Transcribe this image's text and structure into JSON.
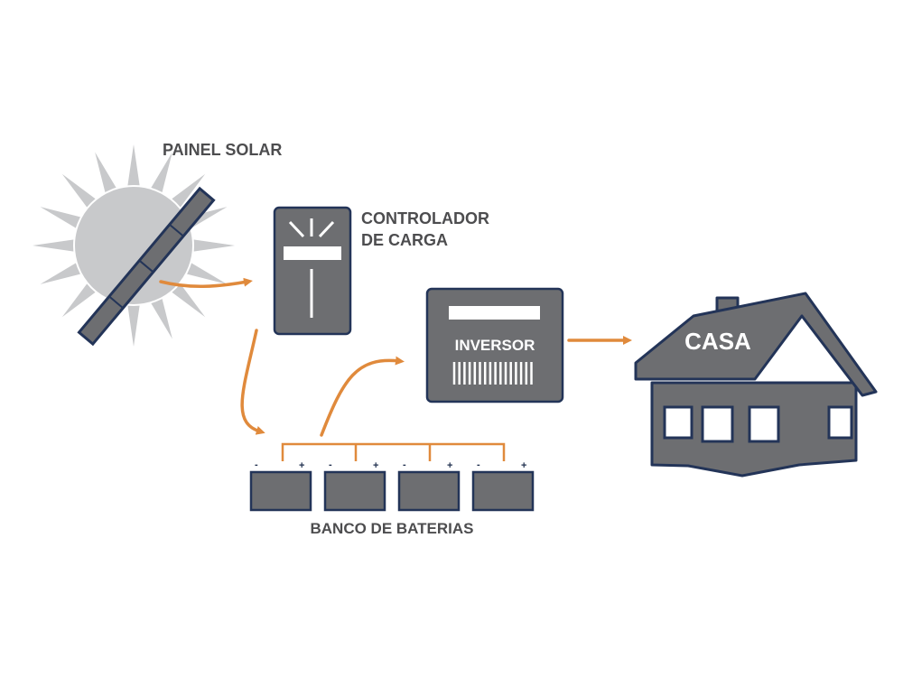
{
  "labels": {
    "solar_panel": "PAINEL SOLAR",
    "controller_line1": "CONTROLADOR",
    "controller_line2": "DE CARGA",
    "inverter": "INVERSOR",
    "house": "CASA",
    "battery_bank": "BANCO DE BATERIAS"
  },
  "battery_terminals": {
    "negative": "-",
    "positive": "+"
  },
  "colors": {
    "arrow": "#e08a3c",
    "device_fill": "#6d6e71",
    "device_stroke": "#233458",
    "sun": "#c8c9cb",
    "label": "#4d4d4f"
  },
  "icons": [
    "sun-icon",
    "solar-panel-icon",
    "charge-controller-icon",
    "inverter-icon",
    "battery-icon",
    "house-icon",
    "arrow-icon"
  ]
}
